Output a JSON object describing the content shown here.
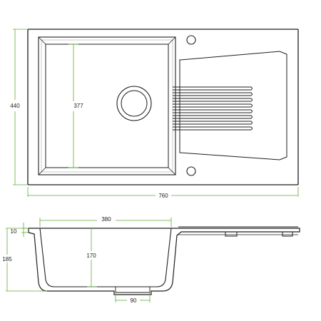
{
  "colors": {
    "outline": "#1e1e1e",
    "dimension": "#5fae3a",
    "background": "#ffffff"
  },
  "dimensions": {
    "top_height": "440",
    "bowl_height": "377",
    "overall_width": "760",
    "bowl_width": "380",
    "rim_thickness": "10",
    "total_depth": "185",
    "bowl_depth": "170",
    "outlet_width": "90"
  },
  "drainer_ribs": 8
}
